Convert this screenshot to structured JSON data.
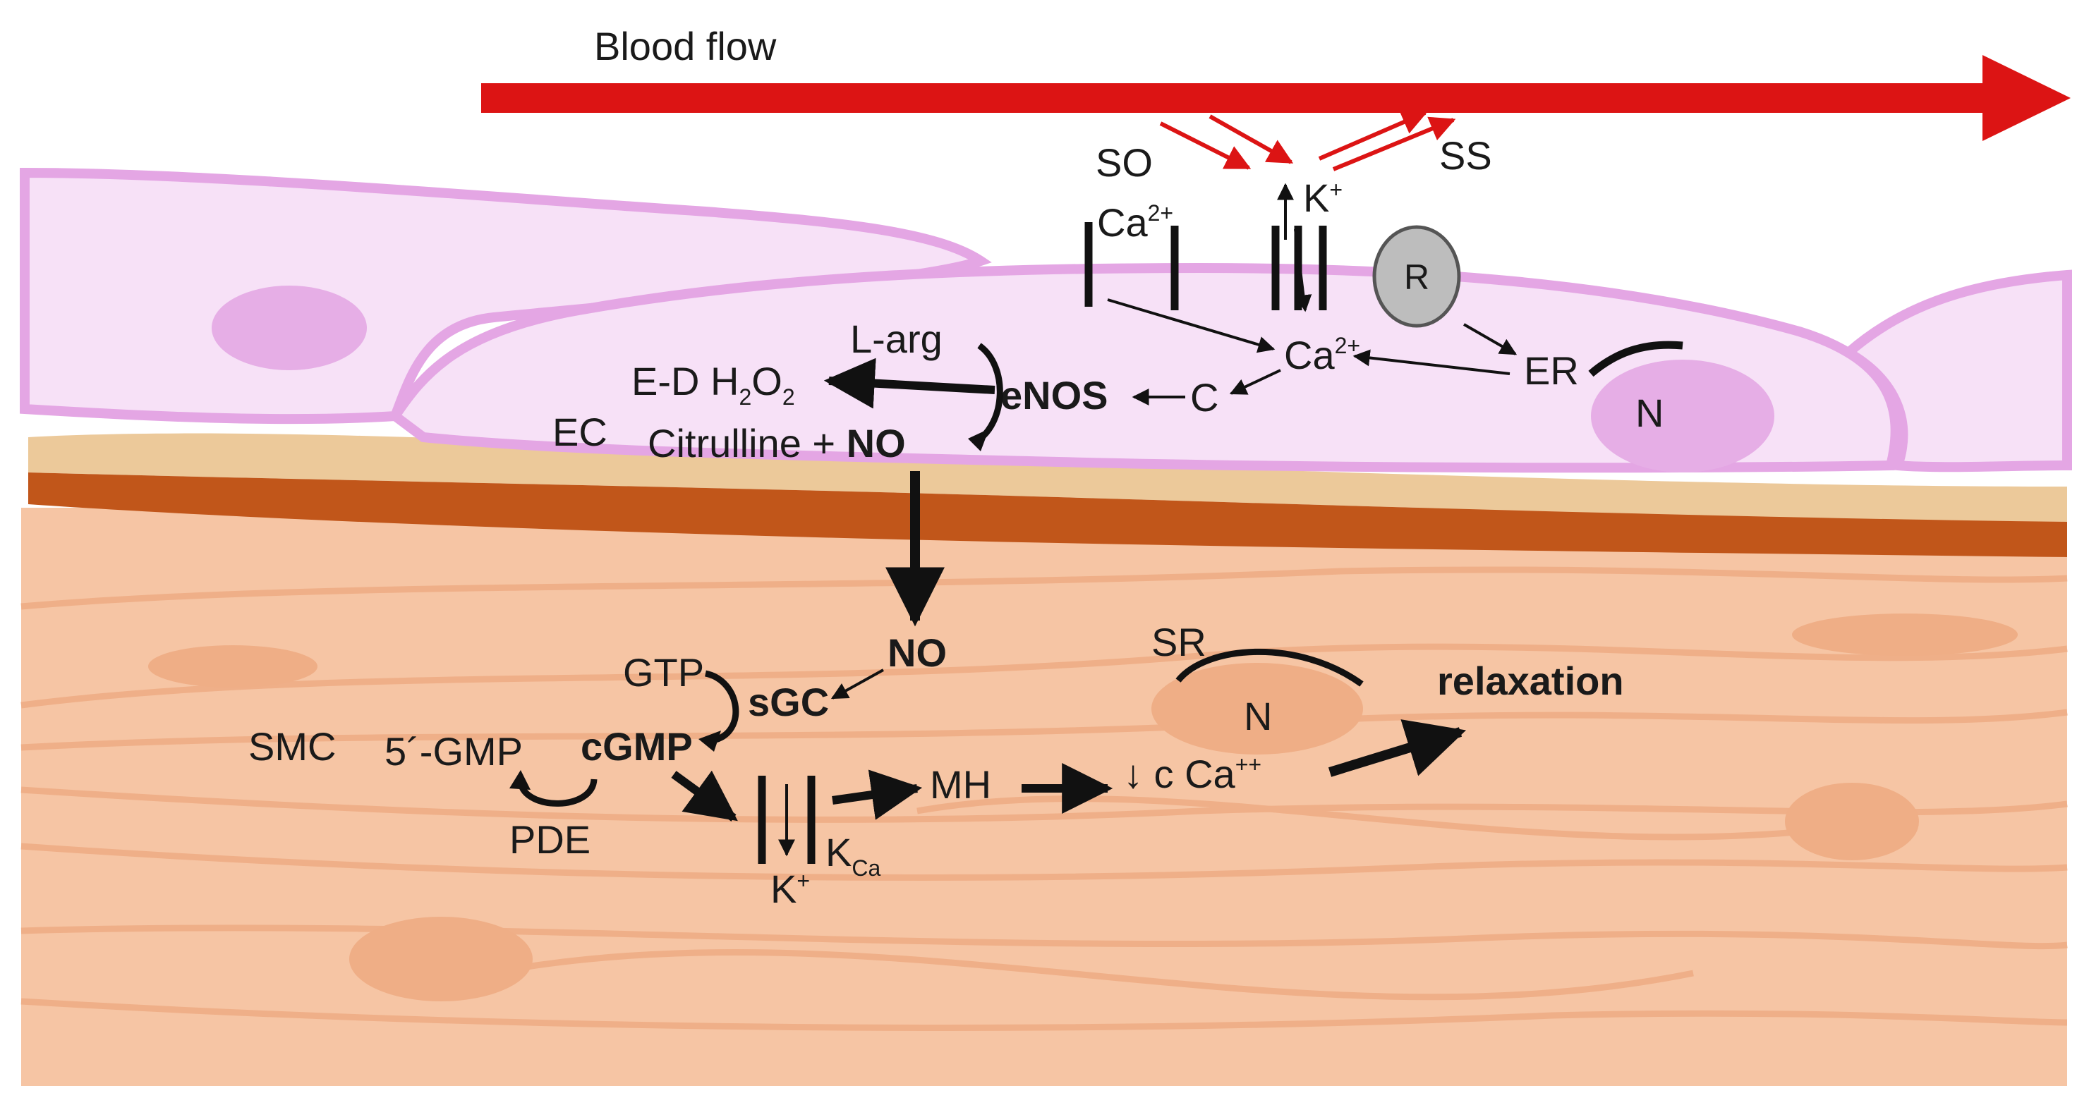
{
  "title": "Blood flow",
  "labels": {
    "so": "SO",
    "ss": "SS",
    "k_plus_top": "K",
    "k_plus_top_sup": "+",
    "ca_channel": "Ca",
    "ca_channel_sup": "2+",
    "receptor": "R",
    "ca_center": "Ca",
    "ca_center_sup": "2+",
    "er": "ER",
    "n_ec": "N",
    "l_arg": "L-arg",
    "ed": "E-D H",
    "ed_sub2a": "2",
    "ed_o": "O",
    "ed_sub2b": "2",
    "enos": "eNOS",
    "c": "C",
    "ec": "EC",
    "citrulline": "Citrulline + ",
    "no_ec": "NO",
    "no_smc": "NO",
    "gtp": "GTP",
    "sgc": "sGC",
    "smc": "SMC",
    "five_gmp": "5´-GMP",
    "cgmp": "cGMP",
    "pde": "PDE",
    "k_plus_bottom": "K",
    "k_plus_bottom_sup": "+",
    "kca": "K",
    "kca_sub": "Ca",
    "mh": "MH",
    "ca_decrease": "↓ c Ca",
    "ca_decrease_sup": "++",
    "sr": "SR",
    "n_smc": "N",
    "relaxation": "relaxation"
  },
  "colors": {
    "blood_flow": "#dc1414",
    "ec_fill": "#f7e1f7",
    "ec_stroke": "#e4a6e4",
    "nucleus_ec": "#e6aee6",
    "smc_fill": "#f6c5a4",
    "smc_line": "#efaf88",
    "nucleus_smc": "#efae86",
    "basement_light": "#ecc99a",
    "basement_dark": "#c1561a",
    "receptor_fill": "#bdbdbd"
  }
}
